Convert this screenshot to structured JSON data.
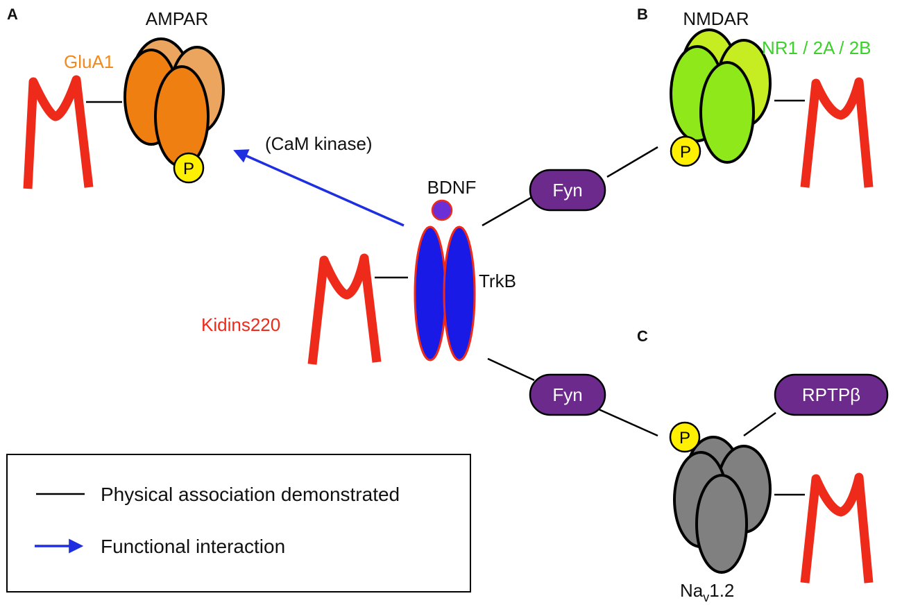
{
  "panels": {
    "a": "A",
    "b": "B",
    "c": "C"
  },
  "receptors": {
    "ampar": "AMPAR",
    "glua1": "GluA1",
    "nmdar": "NMDAR",
    "nr_subunits": "NR1 / 2A / 2B",
    "nav_base": "Na",
    "nav_sub": "v",
    "nav_suffix": "1.2"
  },
  "center": {
    "bdnf": "BDNF",
    "trkb": "TrkB",
    "kidins220": "Kidins220"
  },
  "kinases": {
    "fyn_top": "Fyn",
    "fyn_bottom": "Fyn",
    "rptpb": "RPTPβ",
    "cam_kinase": "(CaM kinase)"
  },
  "phospho": {
    "ampar_p": "P",
    "nmdar_p": "P",
    "nav_p": "P"
  },
  "legend": {
    "physical": "Physical association demonstrated",
    "functional": "Functional interaction"
  },
  "colors": {
    "kidins": "#ee2a1a",
    "ampar_front": "#f07f12",
    "ampar_back": "#eba55e",
    "nmdar_front": "#8fe81a",
    "nmdar_back": "#c6ed22",
    "nmdar_label": "#3cd12a",
    "nav": "#808080",
    "trkb": "#1a1ae6",
    "bdnf": "#6a2fd6",
    "kinase": "#6b2a8c",
    "phospho": "#ffef00",
    "arrow": "#1f2fe0"
  }
}
